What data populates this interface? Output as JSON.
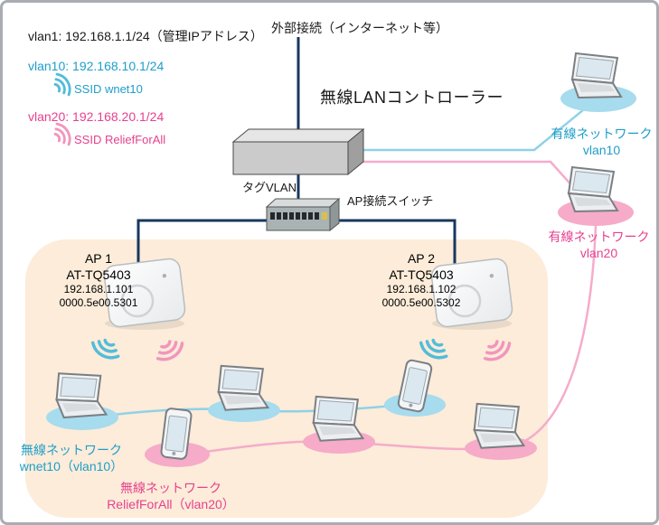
{
  "legend": {
    "vlan1": "vlan1: 192.168.1.1/24（管理IPアドレス）",
    "vlan10": "vlan10: 192.168.10.1/24",
    "ssid10": "SSID wnet10",
    "vlan20": "vlan20: 192.168.20.1/24",
    "ssid20": "SSID ReliefForAll"
  },
  "top": {
    "external": "外部接続（インターネット等）",
    "controller": "無線LANコントローラー",
    "tag_vlan": "タグVLAN",
    "ap_switch": "AP接続スイッチ"
  },
  "aps": [
    {
      "name": "AP 1",
      "model": "AT-TQ5403",
      "ip": "192.168.1.101",
      "mac": "0000.5e00.5301"
    },
    {
      "name": "AP 2",
      "model": "AT-TQ5403",
      "ip": "192.168.1.102",
      "mac": "0000.5e00.5302"
    }
  ],
  "wired": [
    {
      "label": "有線ネットワーク",
      "vlan": "vlan10"
    },
    {
      "label": "有線ネットワーク",
      "vlan": "vlan20"
    }
  ],
  "wireless": [
    {
      "label": "無線ネットワーク",
      "detail": "wnet10（vlan10）"
    },
    {
      "label": "無線ネットワーク",
      "detail": "ReliefForAll（vlan20）"
    }
  ],
  "colors": {
    "cyan_text": "#1f9ec9",
    "pink_text": "#e6418f",
    "navy_line": "#17375e",
    "cyan_line": "#8fd2e7",
    "pink_line": "#f5accb",
    "blue_ellipse": "#a7dbee",
    "pink_ellipse": "#f6abc8",
    "zone_fill": "#fcecd9"
  }
}
